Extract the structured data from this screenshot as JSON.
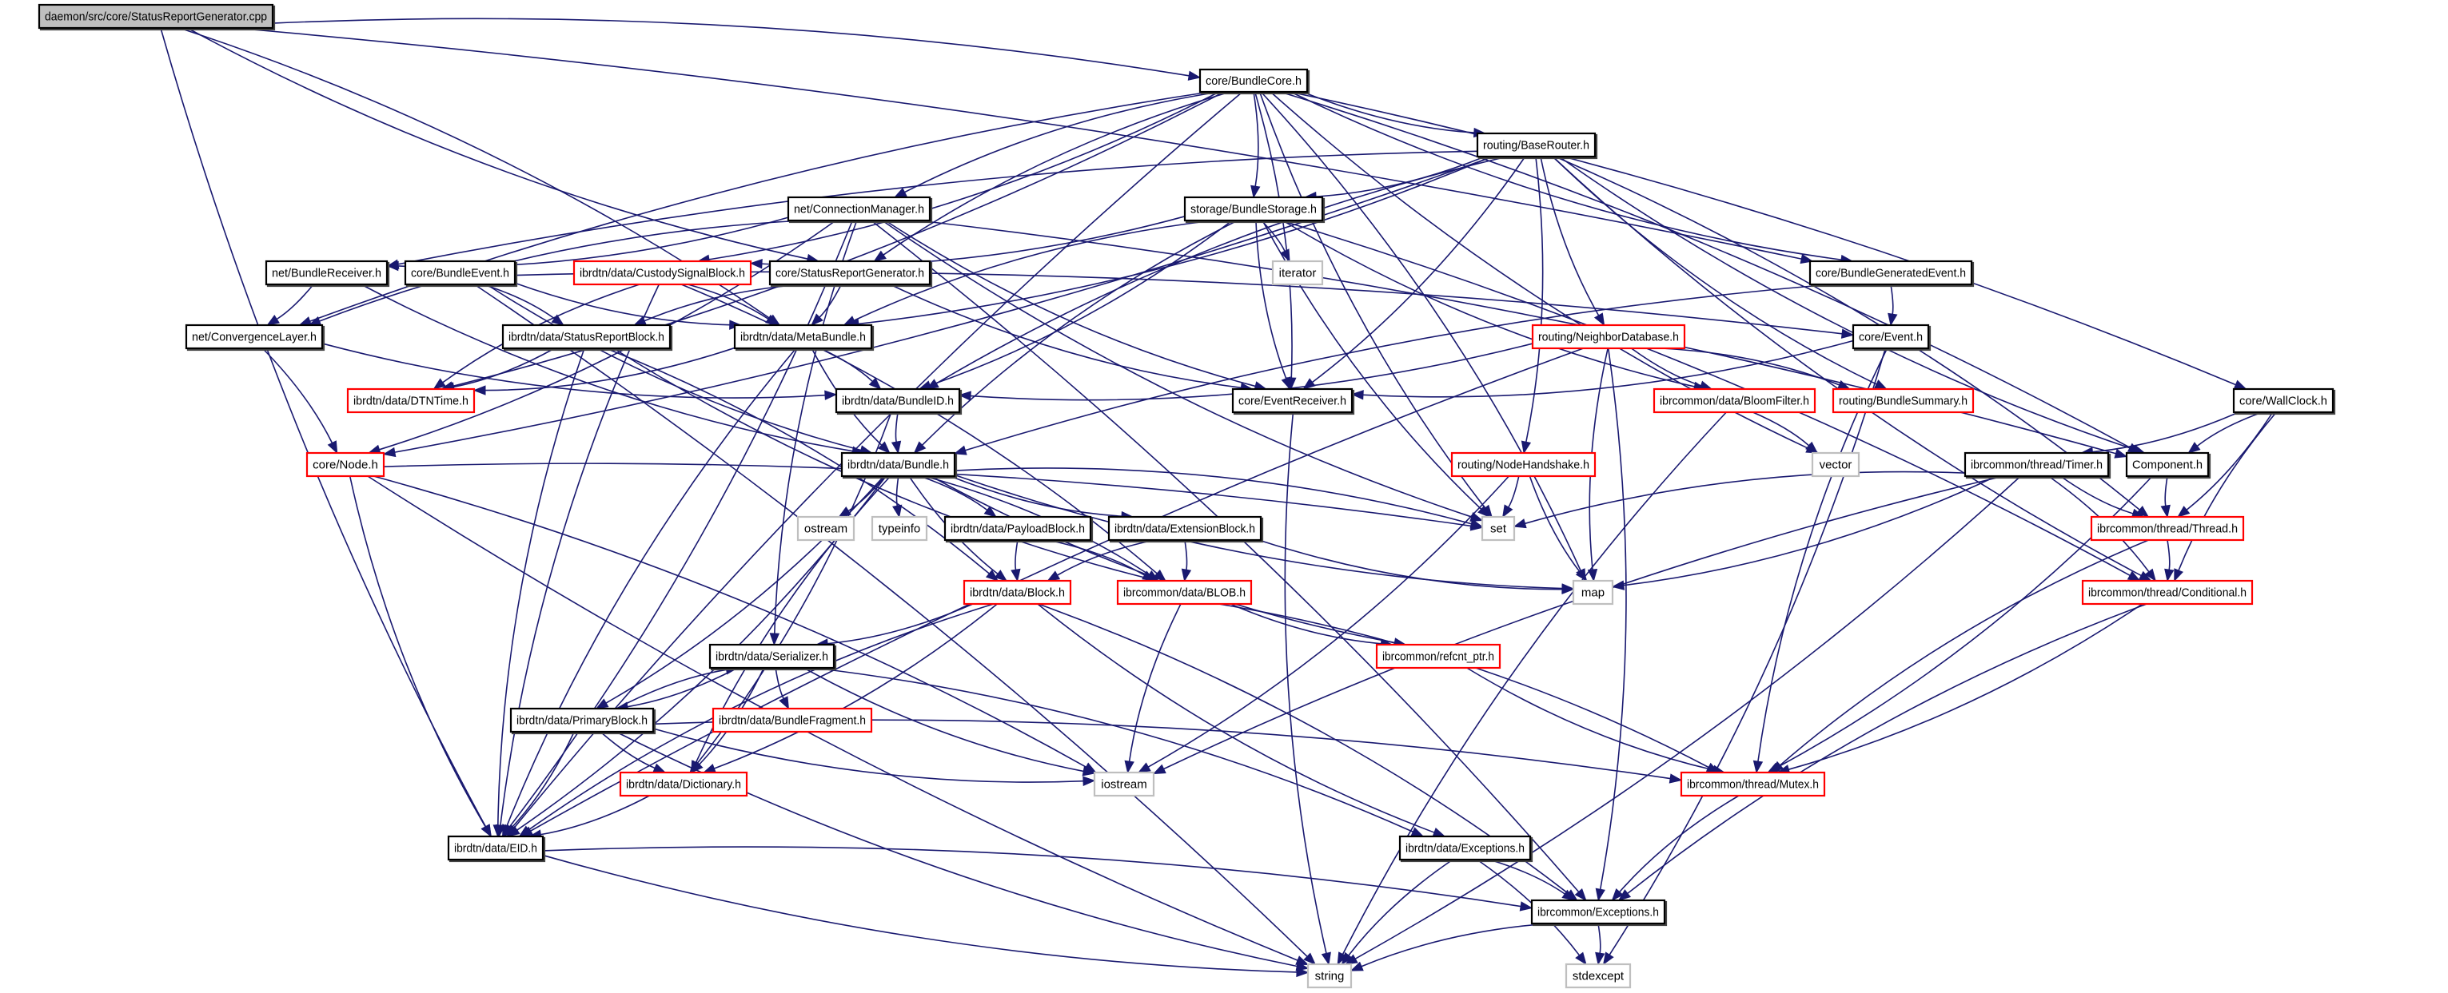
{
  "title": "daemon/src/core/StatusReportGenerator.cpp include dependency graph",
  "colors": {
    "edge": "#191970",
    "root_fill": "#bfbfbf",
    "normal_border": "#000000",
    "truncated_border": "#ff0000",
    "system_border": "#bfbfbf"
  },
  "nodes": [
    {
      "id": "root",
      "label": "daemon/src/core/StatusReportGenerator.cpp",
      "kind": "root"
    },
    {
      "id": "bundlecore",
      "label": "core/BundleCore.h",
      "kind": "normal"
    },
    {
      "id": "baserouter",
      "label": "routing/BaseRouter.h",
      "kind": "normal"
    },
    {
      "id": "connmgr",
      "label": "net/ConnectionManager.h",
      "kind": "normal"
    },
    {
      "id": "bundlestorage",
      "label": "storage/BundleStorage.h",
      "kind": "normal"
    },
    {
      "id": "bundlereceiver",
      "label": "net/BundleReceiver.h",
      "kind": "normal"
    },
    {
      "id": "bundleevent",
      "label": "core/BundleEvent.h",
      "kind": "normal"
    },
    {
      "id": "custodysignal",
      "label": "ibrdtn/data/CustodySignalBlock.h",
      "kind": "truncated"
    },
    {
      "id": "srgen_h",
      "label": "core/StatusReportGenerator.h",
      "kind": "normal"
    },
    {
      "id": "iterator",
      "label": "iterator",
      "kind": "system"
    },
    {
      "id": "bundlegenevent",
      "label": "core/BundleGeneratedEvent.h",
      "kind": "normal"
    },
    {
      "id": "convlayer",
      "label": "net/ConvergenceLayer.h",
      "kind": "normal"
    },
    {
      "id": "srblock",
      "label": "ibrdtn/data/StatusReportBlock.h",
      "kind": "normal"
    },
    {
      "id": "metabundle",
      "label": "ibrdtn/data/MetaBundle.h",
      "kind": "normal"
    },
    {
      "id": "neighbordb",
      "label": "routing/NeighborDatabase.h",
      "kind": "truncated"
    },
    {
      "id": "event",
      "label": "core/Event.h",
      "kind": "normal"
    },
    {
      "id": "dtntime",
      "label": "ibrdtn/data/DTNTime.h",
      "kind": "truncated"
    },
    {
      "id": "bundleid",
      "label": "ibrdtn/data/BundleID.h",
      "kind": "normal"
    },
    {
      "id": "eventreceiver",
      "label": "core/EventReceiver.h",
      "kind": "normal"
    },
    {
      "id": "bloomfilter",
      "label": "ibrcommon/data/BloomFilter.h",
      "kind": "truncated"
    },
    {
      "id": "bundlesummary",
      "label": "routing/BundleSummary.h",
      "kind": "truncated"
    },
    {
      "id": "wallclock",
      "label": "core/WallClock.h",
      "kind": "normal"
    },
    {
      "id": "node",
      "label": "core/Node.h",
      "kind": "truncated"
    },
    {
      "id": "bundle",
      "label": "ibrdtn/data/Bundle.h",
      "kind": "normal"
    },
    {
      "id": "nodehandshake",
      "label": "routing/NodeHandshake.h",
      "kind": "truncated"
    },
    {
      "id": "vector",
      "label": "vector",
      "kind": "system"
    },
    {
      "id": "timer",
      "label": "ibrcommon/thread/Timer.h",
      "kind": "normal"
    },
    {
      "id": "component",
      "label": "Component.h",
      "kind": "normal"
    },
    {
      "id": "ostream",
      "label": "ostream",
      "kind": "system"
    },
    {
      "id": "typeinfo",
      "label": "typeinfo",
      "kind": "system"
    },
    {
      "id": "payloadblock",
      "label": "ibrdtn/data/PayloadBlock.h",
      "kind": "normal"
    },
    {
      "id": "extensionblock",
      "label": "ibrdtn/data/ExtensionBlock.h",
      "kind": "normal"
    },
    {
      "id": "set",
      "label": "set",
      "kind": "system"
    },
    {
      "id": "thread",
      "label": "ibrcommon/thread/Thread.h",
      "kind": "truncated"
    },
    {
      "id": "block",
      "label": "ibrdtn/data/Block.h",
      "kind": "truncated"
    },
    {
      "id": "blob",
      "label": "ibrcommon/data/BLOB.h",
      "kind": "truncated"
    },
    {
      "id": "map",
      "label": "map",
      "kind": "system"
    },
    {
      "id": "conditional",
      "label": "ibrcommon/thread/Conditional.h",
      "kind": "truncated"
    },
    {
      "id": "serializer",
      "label": "ibrdtn/data/Serializer.h",
      "kind": "normal"
    },
    {
      "id": "refcnt",
      "label": "ibrcommon/refcnt_ptr.h",
      "kind": "truncated"
    },
    {
      "id": "primaryblock",
      "label": "ibrdtn/data/PrimaryBlock.h",
      "kind": "normal"
    },
    {
      "id": "bundlefragment",
      "label": "ibrdtn/data/BundleFragment.h",
      "kind": "truncated"
    },
    {
      "id": "dictionary",
      "label": "ibrdtn/data/Dictionary.h",
      "kind": "truncated"
    },
    {
      "id": "iostream",
      "label": "iostream",
      "kind": "system"
    },
    {
      "id": "mutex",
      "label": "ibrcommon/thread/Mutex.h",
      "kind": "truncated"
    },
    {
      "id": "eid",
      "label": "ibrdtn/data/EID.h",
      "kind": "normal"
    },
    {
      "id": "dataexceptions",
      "label": "ibrdtn/data/Exceptions.h",
      "kind": "normal"
    },
    {
      "id": "commonexceptions",
      "label": "ibrcommon/Exceptions.h",
      "kind": "normal"
    },
    {
      "id": "string",
      "label": "string",
      "kind": "system"
    },
    {
      "id": "stdexcept",
      "label": "stdexcept",
      "kind": "system"
    }
  ],
  "edges": [
    [
      "root",
      "bundlecore"
    ],
    [
      "root",
      "srgen_h"
    ],
    [
      "root",
      "metabundle"
    ],
    [
      "root",
      "eid"
    ],
    [
      "root",
      "bundlegenevent"
    ],
    [
      "bundlecore",
      "baserouter"
    ],
    [
      "bundlecore",
      "bundlestorage"
    ],
    [
      "bundlecore",
      "connmgr"
    ],
    [
      "bundlecore",
      "custodysignal"
    ],
    [
      "bundlecore",
      "srgen_h"
    ],
    [
      "bundlecore",
      "eventreceiver"
    ],
    [
      "bundlecore",
      "bundlegenevent"
    ],
    [
      "bundlecore",
      "wallclock"
    ],
    [
      "bundlecore",
      "set"
    ],
    [
      "bundlecore",
      "component"
    ],
    [
      "bundlecore",
      "convlayer"
    ],
    [
      "bundlecore",
      "dtntime"
    ],
    [
      "bundlecore",
      "eid"
    ],
    [
      "bundlecore",
      "map"
    ],
    [
      "bundlecore",
      "vector"
    ],
    [
      "baserouter",
      "bundlestorage"
    ],
    [
      "baserouter",
      "neighbordb"
    ],
    [
      "baserouter",
      "nodehandshake"
    ],
    [
      "baserouter",
      "bundlesummary"
    ],
    [
      "baserouter",
      "eventreceiver"
    ],
    [
      "baserouter",
      "bundleid"
    ],
    [
      "baserouter",
      "metabundle"
    ],
    [
      "baserouter",
      "component"
    ],
    [
      "baserouter",
      "thread"
    ],
    [
      "baserouter",
      "conditional"
    ],
    [
      "baserouter",
      "node"
    ],
    [
      "baserouter",
      "bundlereceiver"
    ],
    [
      "connmgr",
      "bundlereceiver"
    ],
    [
      "connmgr",
      "convlayer"
    ],
    [
      "connmgr",
      "node"
    ],
    [
      "connmgr",
      "eventreceiver"
    ],
    [
      "connmgr",
      "commonexceptions"
    ],
    [
      "connmgr",
      "set"
    ],
    [
      "connmgr",
      "component"
    ],
    [
      "connmgr",
      "serializer"
    ],
    [
      "connmgr",
      "eid"
    ],
    [
      "bundlestorage",
      "bundle"
    ],
    [
      "bundlestorage",
      "bundleid"
    ],
    [
      "bundlestorage",
      "metabundle"
    ],
    [
      "bundlestorage",
      "iterator"
    ],
    [
      "bundlestorage",
      "set"
    ],
    [
      "bundlestorage",
      "custodysignal"
    ],
    [
      "bundlestorage",
      "bloomfilter"
    ],
    [
      "bundlestorage",
      "conditional"
    ],
    [
      "bundlestorage",
      "eventreceiver"
    ],
    [
      "bundlereceiver",
      "convlayer"
    ],
    [
      "bundlereceiver",
      "bundle"
    ],
    [
      "bundleevent",
      "srblock"
    ],
    [
      "bundleevent",
      "metabundle"
    ],
    [
      "bundleevent",
      "event"
    ],
    [
      "bundleevent",
      "bundle"
    ],
    [
      "bundleevent",
      "string"
    ],
    [
      "custodysignal",
      "dtntime"
    ],
    [
      "custodysignal",
      "metabundle"
    ],
    [
      "custodysignal",
      "eid"
    ],
    [
      "custodysignal",
      "blob"
    ],
    [
      "srgen_h",
      "srblock"
    ],
    [
      "srgen_h",
      "metabundle"
    ],
    [
      "srgen_h",
      "eventreceiver"
    ],
    [
      "bundlegenevent",
      "event"
    ],
    [
      "bundlegenevent",
      "bundle"
    ],
    [
      "convlayer",
      "node"
    ],
    [
      "convlayer",
      "bundleid"
    ],
    [
      "srblock",
      "dtntime"
    ],
    [
      "srblock",
      "eid"
    ],
    [
      "srblock",
      "block"
    ],
    [
      "srblock",
      "blob"
    ],
    [
      "metabundle",
      "bundleid"
    ],
    [
      "metabundle",
      "bundle"
    ],
    [
      "metabundle",
      "dtntime"
    ],
    [
      "metabundle",
      "eid"
    ],
    [
      "neighbordb",
      "bundleid"
    ],
    [
      "neighbordb",
      "bloomfilter"
    ],
    [
      "neighbordb",
      "bundlesummary"
    ],
    [
      "neighbordb",
      "map"
    ],
    [
      "neighbordb",
      "commonexceptions"
    ],
    [
      "neighbordb",
      "eid"
    ],
    [
      "event",
      "eventreceiver"
    ],
    [
      "event",
      "mutex"
    ],
    [
      "event",
      "stdexcept"
    ],
    [
      "bundleid",
      "bundle"
    ],
    [
      "bundleid",
      "dictionary"
    ],
    [
      "eventreceiver",
      "string"
    ],
    [
      "bloomfilter",
      "vector"
    ],
    [
      "bloomfilter",
      "string"
    ],
    [
      "wallclock",
      "timer"
    ],
    [
      "wallclock",
      "component"
    ],
    [
      "wallclock",
      "thread"
    ],
    [
      "wallclock",
      "conditional"
    ],
    [
      "node",
      "set"
    ],
    [
      "node",
      "eid"
    ],
    [
      "node",
      "iostream"
    ],
    [
      "node",
      "string"
    ],
    [
      "bundle",
      "ostream"
    ],
    [
      "bundle",
      "typeinfo"
    ],
    [
      "bundle",
      "payloadblock"
    ],
    [
      "bundle",
      "extensionblock"
    ],
    [
      "bundle",
      "set"
    ],
    [
      "bundle",
      "block"
    ],
    [
      "bundle",
      "blob"
    ],
    [
      "bundle",
      "refcnt"
    ],
    [
      "bundle",
      "primaryblock"
    ],
    [
      "bundle",
      "dictionary"
    ],
    [
      "bundle",
      "eid"
    ],
    [
      "bundle",
      "map"
    ],
    [
      "nodehandshake",
      "set"
    ],
    [
      "nodehandshake",
      "map"
    ],
    [
      "nodehandshake",
      "iostream"
    ],
    [
      "timer",
      "thread"
    ],
    [
      "timer",
      "conditional"
    ],
    [
      "timer",
      "set"
    ],
    [
      "timer",
      "map"
    ],
    [
      "timer",
      "iostream"
    ],
    [
      "timer",
      "string"
    ],
    [
      "component",
      "thread"
    ],
    [
      "component",
      "mutex"
    ],
    [
      "payloadblock",
      "block"
    ],
    [
      "payloadblock",
      "blob"
    ],
    [
      "extensionblock",
      "block"
    ],
    [
      "extensionblock",
      "blob"
    ],
    [
      "extensionblock",
      "map"
    ],
    [
      "thread",
      "conditional"
    ],
    [
      "thread",
      "mutex"
    ],
    [
      "block",
      "serializer"
    ],
    [
      "block",
      "eid"
    ],
    [
      "block",
      "dictionary"
    ],
    [
      "block",
      "dataexceptions"
    ],
    [
      "block",
      "commonexceptions"
    ],
    [
      "blob",
      "refcnt"
    ],
    [
      "blob",
      "mutex"
    ],
    [
      "blob",
      "iostream"
    ],
    [
      "conditional",
      "mutex"
    ],
    [
      "conditional",
      "commonexceptions"
    ],
    [
      "serializer",
      "primaryblock"
    ],
    [
      "serializer",
      "bundlefragment"
    ],
    [
      "serializer",
      "dictionary"
    ],
    [
      "serializer",
      "iostream"
    ],
    [
      "serializer",
      "dataexceptions"
    ],
    [
      "refcnt",
      "mutex"
    ],
    [
      "primaryblock",
      "serializer"
    ],
    [
      "primaryblock",
      "dictionary"
    ],
    [
      "primaryblock",
      "eid"
    ],
    [
      "primaryblock",
      "iostream"
    ],
    [
      "primaryblock",
      "mutex"
    ],
    [
      "primaryblock",
      "string"
    ],
    [
      "dictionary",
      "eid"
    ],
    [
      "mutex",
      "commonexceptions"
    ],
    [
      "eid",
      "commonexceptions"
    ],
    [
      "eid",
      "string"
    ],
    [
      "dataexceptions",
      "commonexceptions"
    ],
    [
      "dataexceptions",
      "string"
    ],
    [
      "dataexceptions",
      "stdexcept"
    ],
    [
      "commonexceptions",
      "string"
    ],
    [
      "commonexceptions",
      "stdexcept"
    ]
  ]
}
